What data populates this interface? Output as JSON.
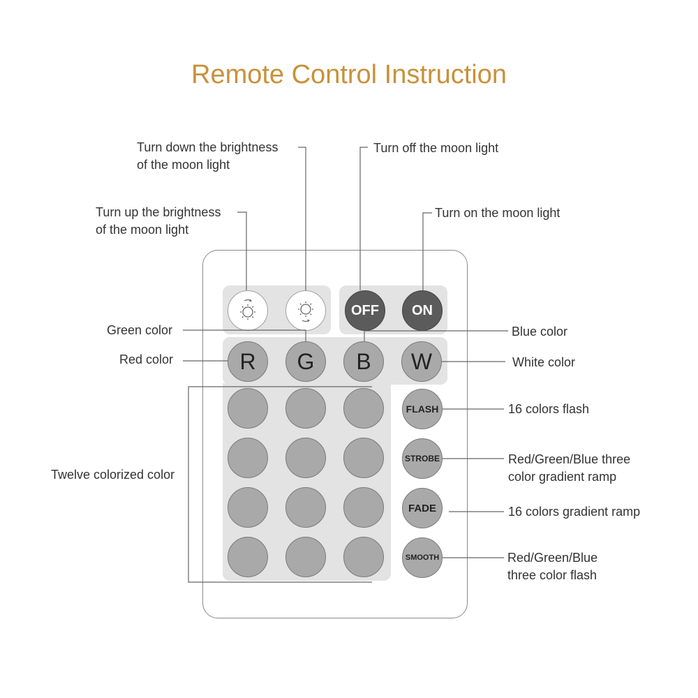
{
  "title": "Remote Control Instruction",
  "colors": {
    "title": "#c8913a",
    "panel": "#e3e3e3",
    "button_gray": "#a9a9a9",
    "button_dark": "#5b5b5b",
    "line": "#666666"
  },
  "labels": {
    "brightness_down": [
      "Turn down the brightness",
      "of the moon light"
    ],
    "brightness_up": [
      "Turn up the brightness",
      "of the moon light"
    ],
    "turn_off": "Turn off the moon light",
    "turn_on": "Turn on the moon light",
    "green": "Green color",
    "red": "Red color",
    "blue": "Blue color",
    "white": "White color",
    "twelve": "Twelve colorized color",
    "flash": "16 colors flash",
    "strobe": [
      "Red/Green/Blue three",
      "color gradient ramp"
    ],
    "fade": "16 colors gradient ramp",
    "smooth": [
      "Red/Green/Blue",
      "three color flash"
    ]
  },
  "buttons": {
    "brightness_up_icon": "sun-up-icon",
    "brightness_down_icon": "sun-down-icon",
    "off": "OFF",
    "on": "ON",
    "r": "R",
    "g": "G",
    "b": "B",
    "w": "W",
    "flash": "FLASH",
    "strobe": "STROBE",
    "fade": "FADE",
    "smooth": "SMOOTH"
  }
}
